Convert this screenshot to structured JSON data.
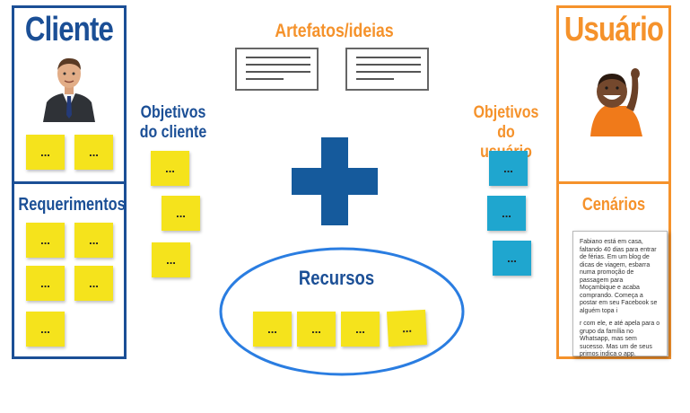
{
  "client": {
    "title": "Cliente",
    "requirements_title": "Requerimentos",
    "notes": [
      "...",
      "..."
    ],
    "requirement_notes": [
      "...",
      "...",
      "...",
      "...",
      "..."
    ]
  },
  "user": {
    "title": "Usuário",
    "scenarios_title": "Cenários",
    "scenario_text_1": "Fabiano está em casa, faltando 40 dias para entrar de férias. Em um blog de dicas de viagem, esbarra numa promoção de passagem para Moçambique e acaba comprando. Começa a postar em seu Facebook se alguém topa i",
    "scenario_text_2": "r com ele, e até apela para o grupo da família no Whatsapp, mas sem sucesso. Mas um de seus primos indica o app."
  },
  "center": {
    "artifacts_title": "Artefatos/ideias",
    "client_goals_title_line1": "Objetivos",
    "client_goals_title_line2": "do cliente",
    "client_goal_notes": [
      "...",
      "...",
      "..."
    ],
    "user_goals_title_line1": "Objetivos",
    "user_goals_title_line2": "do usuário",
    "user_goal_notes": [
      "...",
      "...",
      "..."
    ],
    "resources_title": "Recursos",
    "resource_notes": [
      "...",
      "...",
      "...",
      "..."
    ]
  },
  "colors": {
    "client_blue": "#1b4f96",
    "user_orange": "#f5922b",
    "note_yellow": "#f5e31c",
    "note_cyan": "#1fa6cf",
    "plus_blue": "#155a9c",
    "ellipse_blue": "#2a7de1"
  }
}
